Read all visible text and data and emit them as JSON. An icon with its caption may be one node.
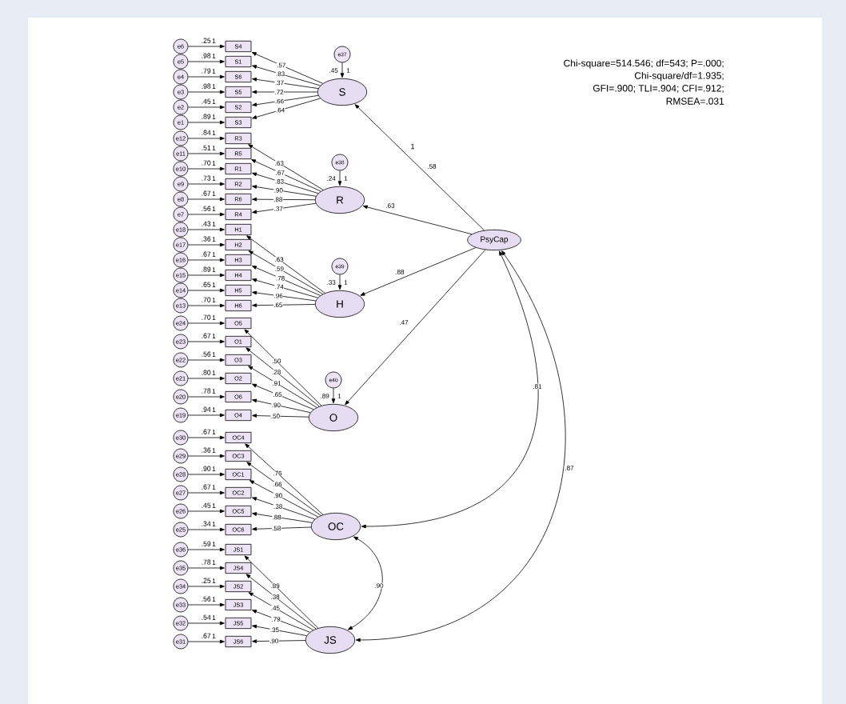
{
  "diagram": {
    "nodes": [
      {
        "text": [
          "e6"
        ]
      },
      {
        "text": [
          "e5"
        ]
      },
      {
        "text": [
          "e4"
        ]
      },
      {
        "text": [
          "e3"
        ]
      },
      {
        "text": [
          "e2"
        ]
      },
      {
        "text": [
          "e1"
        ]
      },
      {
        "text": [
          "e12"
        ]
      },
      {
        "text": [
          "e11"
        ]
      },
      {
        "text": [
          "e10"
        ]
      },
      {
        "text": [
          "e9"
        ]
      },
      {
        "text": [
          "e8"
        ]
      },
      {
        "text": [
          "e7"
        ]
      },
      {
        "text": [
          "e18"
        ]
      },
      {
        "text": [
          "e17"
        ]
      },
      {
        "text": [
          "e16"
        ]
      },
      {
        "text": [
          "e15"
        ]
      },
      {
        "text": [
          "e14"
        ]
      },
      {
        "text": [
          "e13"
        ]
      },
      {
        "text": [
          "e24"
        ]
      },
      {
        "text": [
          "e23"
        ]
      },
      {
        "text": [
          "e22"
        ]
      },
      {
        "text": [
          "e21"
        ]
      },
      {
        "text": [
          "e20"
        ]
      },
      {
        "text": [
          "e19"
        ]
      },
      {
        "text": [
          "e30"
        ]
      },
      {
        "text": [
          "e29"
        ]
      },
      {
        "text": [
          "e28"
        ]
      },
      {
        "text": [
          "e27"
        ]
      },
      {
        "text": [
          "e26"
        ]
      },
      {
        "text": [
          "e25"
        ]
      },
      {
        "text": [
          "e36"
        ]
      },
      {
        "text": [
          "e35"
        ]
      },
      {
        "text": [
          "e34"
        ]
      },
      {
        "text": [
          "e33"
        ]
      },
      {
        "text": [
          "e32"
        ]
      },
      {
        "text": [
          "e31"
        ]
      },
      {
        "text": [
          "S4"
        ],
        "beside": [
          ".25"
        ]
      },
      {
        "text": [
          "S1"
        ],
        "beside": [
          ".98"
        ]
      },
      {
        "text": [
          "S6"
        ],
        "beside": [
          ".79"
        ]
      },
      {
        "text": [
          "S5"
        ],
        "beside": [
          ".98"
        ]
      },
      {
        "text": [
          "S2"
        ],
        "beside": [
          ".45"
        ]
      },
      {
        "text": [
          "S3"
        ],
        "beside": [
          ".89"
        ]
      },
      {
        "text": [
          "R3"
        ],
        "beside": [
          ".84"
        ]
      },
      {
        "text": [
          "R5"
        ],
        "beside": [
          ".51"
        ]
      },
      {
        "text": [
          "R1"
        ],
        "beside": [
          ".70"
        ]
      },
      {
        "text": [
          "R2"
        ],
        "beside": [
          ".73"
        ]
      },
      {
        "text": [
          "R6"
        ],
        "beside": [
          ".67"
        ]
      },
      {
        "text": [
          "R4"
        ],
        "beside": [
          ".56"
        ]
      },
      {
        "text": [
          "H1"
        ],
        "beside": [
          ".43"
        ]
      },
      {
        "text": [
          "H2"
        ],
        "beside": [
          ".36"
        ]
      },
      {
        "text": [
          "H3"
        ],
        "beside": [
          ".67"
        ]
      },
      {
        "text": [
          "H4"
        ],
        "beside": [
          ".89"
        ]
      },
      {
        "text": [
          "H5"
        ],
        "beside": [
          ".65"
        ]
      },
      {
        "text": [
          "H6"
        ],
        "beside": [
          ".70"
        ]
      },
      {
        "text": [
          "O5"
        ],
        "beside": [
          ".70"
        ]
      },
      {
        "text": [
          "O1"
        ],
        "beside": [
          ".67"
        ]
      },
      {
        "text": [
          "O3"
        ],
        "beside": [
          ".56"
        ]
      },
      {
        "text": [
          "O2"
        ],
        "beside": [
          ".80"
        ]
      },
      {
        "text": [
          "O6"
        ],
        "beside": [
          ".78"
        ]
      },
      {
        "text": [
          "O4"
        ],
        "beside": [
          ".94"
        ]
      },
      {
        "text": [
          "OC4"
        ],
        "beside": [
          ".67"
        ]
      },
      {
        "text": [
          "OC3"
        ],
        "beside": [
          ".36"
        ]
      },
      {
        "text": [
          "OC1"
        ],
        "beside": [
          ".90"
        ]
      },
      {
        "text": [
          "OC2"
        ],
        "beside": [
          ".67"
        ]
      },
      {
        "text": [
          "OC5"
        ],
        "beside": [
          ".45"
        ]
      },
      {
        "text": [
          "OC6"
        ],
        "beside": [
          ".34"
        ]
      },
      {
        "text": [
          "JS1"
        ],
        "beside": [
          ".59"
        ]
      },
      {
        "text": [
          "JS4"
        ],
        "beside": [
          ".78"
        ]
      },
      {
        "text": [
          "JS2"
        ],
        "beside": [
          ".25"
        ]
      },
      {
        "text": [
          "JS3"
        ],
        "beside": [
          ".56"
        ]
      },
      {
        "text": [
          "JS5"
        ],
        "beside": [
          ".54"
        ]
      },
      {
        "text": [
          "JS6"
        ],
        "beside": [
          ".67"
        ]
      },
      {
        "text": [
          "S"
        ],
        "beside": [
          ".45"
        ]
      },
      {
        "text": [
          "R"
        ],
        "beside": [
          ".24"
        ]
      },
      {
        "text": [
          "H"
        ],
        "beside": [
          ".33"
        ]
      },
      {
        "text": [
          "O"
        ],
        "beside": [
          ".89"
        ]
      },
      {
        "text": [
          "OC"
        ]
      },
      {
        "text": [
          "JS"
        ]
      },
      {
        "text": [
          "PsyCap"
        ]
      },
      {
        "text": [
          "e37"
        ]
      },
      {
        "text": [
          "e38"
        ]
      },
      {
        "text": [
          "e39"
        ]
      },
      {
        "text": [
          "e40"
        ]
      }
    ],
    "edges": [
      {
        "from": 0,
        "to": 36,
        "arrow": "to",
        "label": "1"
      },
      {
        "from": 1,
        "to": 37,
        "arrow": "to",
        "label": "1"
      },
      {
        "from": 2,
        "to": 38,
        "arrow": "to",
        "label": "1"
      },
      {
        "from": 3,
        "to": 39,
        "arrow": "to",
        "label": "1"
      },
      {
        "from": 4,
        "to": 40,
        "arrow": "to",
        "label": "1"
      },
      {
        "from": 5,
        "to": 41,
        "arrow": "to",
        "label": "1"
      },
      {
        "from": 6,
        "to": 42,
        "arrow": "to",
        "label": "1"
      },
      {
        "from": 7,
        "to": 43,
        "arrow": "to",
        "label": "1"
      },
      {
        "from": 8,
        "to": 44,
        "arrow": "to",
        "label": "1"
      },
      {
        "from": 9,
        "to": 45,
        "arrow": "to",
        "label": "1"
      },
      {
        "from": 10,
        "to": 46,
        "arrow": "to",
        "label": "1"
      },
      {
        "from": 11,
        "to": 47,
        "arrow": "to",
        "label": "1"
      },
      {
        "from": 12,
        "to": 48,
        "arrow": "to",
        "label": "1"
      },
      {
        "from": 13,
        "to": 49,
        "arrow": "to",
        "label": "1"
      },
      {
        "from": 14,
        "to": 50,
        "arrow": "to",
        "label": "1"
      },
      {
        "from": 15,
        "to": 51,
        "arrow": "to",
        "label": "1"
      },
      {
        "from": 16,
        "to": 52,
        "arrow": "to",
        "label": "1"
      },
      {
        "from": 17,
        "to": 53,
        "arrow": "to",
        "label": "1"
      },
      {
        "from": 18,
        "to": 54,
        "arrow": "to",
        "label": "1"
      },
      {
        "from": 19,
        "to": 55,
        "arrow": "to",
        "label": "1"
      },
      {
        "from": 20,
        "to": 56,
        "arrow": "to",
        "label": "1"
      },
      {
        "from": 21,
        "to": 57,
        "arrow": "to",
        "label": "1"
      },
      {
        "from": 22,
        "to": 58,
        "arrow": "to",
        "label": "1"
      },
      {
        "from": 23,
        "to": 59,
        "arrow": "to",
        "label": "1"
      },
      {
        "from": 24,
        "to": 60,
        "arrow": "to",
        "label": "1"
      },
      {
        "from": 25,
        "to": 61,
        "arrow": "to",
        "label": "1"
      },
      {
        "from": 26,
        "to": 62,
        "arrow": "to",
        "label": "1"
      },
      {
        "from": 27,
        "to": 63,
        "arrow": "to",
        "label": "1"
      },
      {
        "from": 28,
        "to": 64,
        "arrow": "to",
        "label": "1"
      },
      {
        "from": 29,
        "to": 65,
        "arrow": "to",
        "label": "1"
      },
      {
        "from": 30,
        "to": 66,
        "arrow": "to",
        "label": "1"
      },
      {
        "from": 31,
        "to": 67,
        "arrow": "to",
        "label": "1"
      },
      {
        "from": 32,
        "to": 68,
        "arrow": "to",
        "label": "1"
      },
      {
        "from": 33,
        "to": 69,
        "arrow": "to",
        "label": "1"
      },
      {
        "from": 34,
        "to": 70,
        "arrow": "to",
        "label": "1"
      },
      {
        "from": 35,
        "to": 71,
        "arrow": "to",
        "label": "1"
      },
      {
        "from": 72,
        "to": 36,
        "arrow": "to",
        "label": ".57"
      },
      {
        "from": 72,
        "to": 37,
        "arrow": "to",
        "label": ".83"
      },
      {
        "from": 72,
        "to": 38,
        "arrow": "to",
        "label": ".37"
      },
      {
        "from": 72,
        "to": 39,
        "arrow": "to",
        "label": ".72"
      },
      {
        "from": 72,
        "to": 40,
        "arrow": "to",
        "label": ".66"
      },
      {
        "from": 72,
        "to": 41,
        "arrow": "to",
        "label": ".64"
      },
      {
        "from": 73,
        "to": 42,
        "arrow": "to",
        "label": ".63"
      },
      {
        "from": 73,
        "to": 43,
        "arrow": "to",
        "label": ".67"
      },
      {
        "from": 73,
        "to": 44,
        "arrow": "to",
        "label": ".83"
      },
      {
        "from": 73,
        "to": 45,
        "arrow": "to",
        "label": ".90"
      },
      {
        "from": 73,
        "to": 46,
        "arrow": "to",
        "label": ".88"
      },
      {
        "from": 73,
        "to": 47,
        "arrow": "to",
        "label": ".37"
      },
      {
        "from": 74,
        "to": 48,
        "arrow": "to",
        "label": ".63"
      },
      {
        "from": 74,
        "to": 49,
        "arrow": "to",
        "label": ".59"
      },
      {
        "from": 74,
        "to": 50,
        "arrow": "to",
        "label": ".78"
      },
      {
        "from": 74,
        "to": 51,
        "arrow": "to",
        "label": ".74"
      },
      {
        "from": 74,
        "to": 52,
        "arrow": "to",
        "label": ".96"
      },
      {
        "from": 74,
        "to": 53,
        "arrow": "to",
        "label": ".65"
      },
      {
        "from": 75,
        "to": 54,
        "arrow": "to",
        "label": ".50"
      },
      {
        "from": 75,
        "to": 55,
        "arrow": "to",
        "label": ".28"
      },
      {
        "from": 75,
        "to": 56,
        "arrow": "to",
        "label": ".91"
      },
      {
        "from": 75,
        "to": 57,
        "arrow": "to",
        "label": ".65"
      },
      {
        "from": 75,
        "to": 58,
        "arrow": "to",
        "label": ".90"
      },
      {
        "from": 75,
        "to": 59,
        "arrow": "to",
        "label": ".50"
      },
      {
        "from": 76,
        "to": 60,
        "arrow": "to",
        "label": ".76"
      },
      {
        "from": 76,
        "to": 61,
        "arrow": "to",
        "label": ".66"
      },
      {
        "from": 76,
        "to": 62,
        "arrow": "to",
        "label": ".90"
      },
      {
        "from": 76,
        "to": 63,
        "arrow": "to",
        "label": ".38"
      },
      {
        "from": 76,
        "to": 64,
        "arrow": "to",
        "label": ".88"
      },
      {
        "from": 76,
        "to": 65,
        "arrow": "to",
        "label": ".58"
      },
      {
        "from": 77,
        "to": 66,
        "arrow": "to",
        "label": ".89"
      },
      {
        "from": 77,
        "to": 67,
        "arrow": "to",
        "label": ".38"
      },
      {
        "from": 77,
        "to": 68,
        "arrow": "to",
        "label": ".45"
      },
      {
        "from": 77,
        "to": 69,
        "arrow": "to",
        "label": ".79"
      },
      {
        "from": 77,
        "to": 70,
        "arrow": "to",
        "label": ".35"
      },
      {
        "from": 77,
        "to": 71,
        "arrow": "to",
        "label": ".90"
      },
      {
        "from": 79,
        "to": 72,
        "arrow": "to",
        "label": "1"
      },
      {
        "from": 80,
        "to": 73,
        "arrow": "to",
        "label": "1"
      },
      {
        "from": 81,
        "to": 74,
        "arrow": "to",
        "label": "1"
      },
      {
        "from": 82,
        "to": 75,
        "arrow": "to",
        "label": "1"
      },
      {
        "from": 78,
        "to": 72,
        "arrow": "to",
        "label": ".58"
      },
      {
        "from": 78,
        "to": 73,
        "arrow": "to",
        "label": ".63"
      },
      {
        "from": 78,
        "to": 74,
        "arrow": "to",
        "label": ".88"
      },
      {
        "from": 78,
        "to": 75,
        "arrow": "to",
        "label": ".47"
      },
      {
        "from": 78,
        "to": 76,
        "arrow": "both",
        "label": ".81"
      },
      {
        "from": 78,
        "to": 77,
        "arrow": "both",
        "label": ".87"
      },
      {
        "from": 76,
        "to": 77,
        "arrow": "both",
        "label": ".90"
      }
    ],
    "labels": [
      "Chi-square=514.546; df=543; P=.000;",
      "Chi-square/df=1.935;",
      "GFI=.900; TLI=.904; CFI=.912;",
      "RMSEA=.031",
      "1"
    ]
  }
}
